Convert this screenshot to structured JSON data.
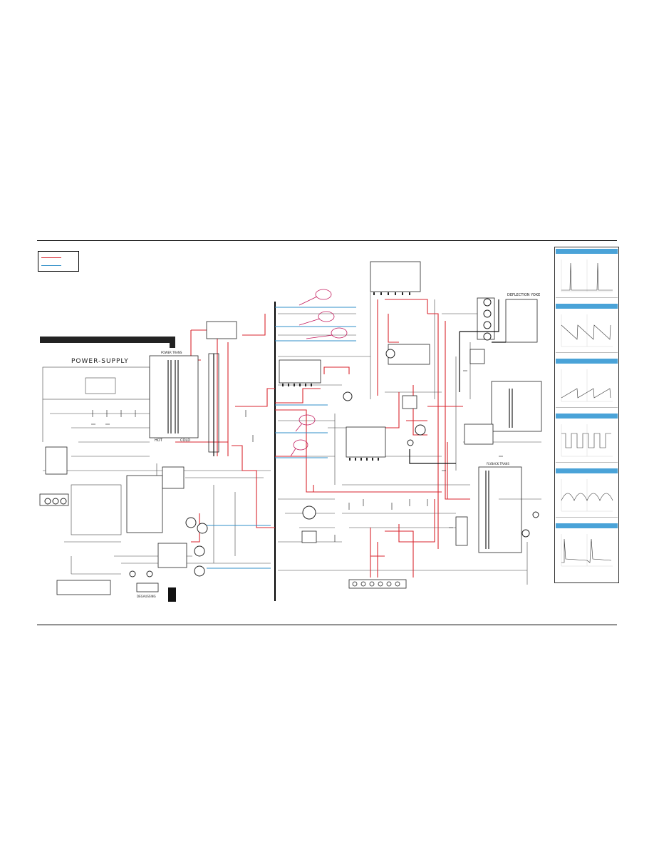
{
  "diagram": {
    "section_title": "POWER-SUPPLY",
    "colors": {
      "red_trace": "#d8262f",
      "blue_trace": "#2f8fc8",
      "black_trace": "#111111",
      "callout": "#c2185b",
      "waveform_header": "#4aa3d8"
    },
    "blocks": {
      "deflection_yoke": "DEFLECTION YOKE",
      "flyback_trans": "FLYBACK TRANS",
      "power_trans": "POWER TRANS",
      "hot": "HOT",
      "cold": "COLD",
      "degaussing": "DEGAUSSING"
    },
    "waveform_panels": 6
  }
}
